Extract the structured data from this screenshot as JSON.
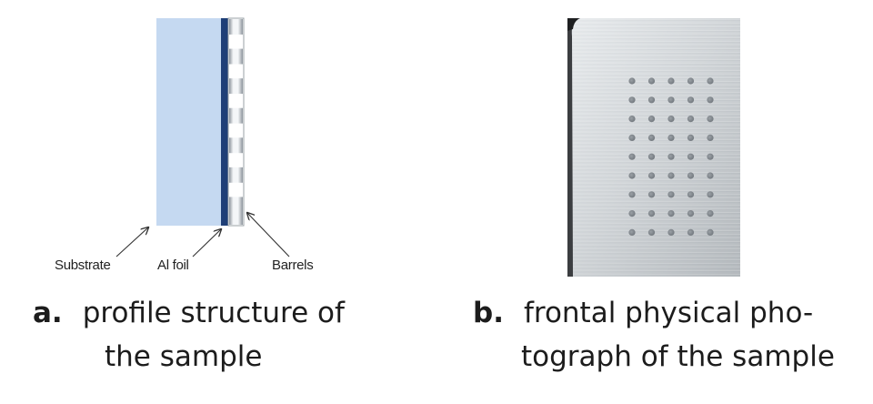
{
  "panel_a": {
    "labels": {
      "substrate": "Substrate",
      "al_foil": "Al foil",
      "barrels": "Barrels"
    },
    "colors": {
      "substrate": "#c5d9f1",
      "al_foil": "#1f3f77",
      "barrel_light": "#f4f6f8",
      "barrel_dark": "#8d949c"
    },
    "barrel_count": 7,
    "caption": {
      "tag": "a.",
      "line1": "profile structure of",
      "line2": "the sample"
    }
  },
  "panel_b": {
    "hole_grid": {
      "rows": 9,
      "columns": 5
    },
    "colors": {
      "plate_light": "#e9ecee",
      "plate_dark": "#b4b9bd",
      "hole": "#747a80"
    },
    "caption": {
      "tag": "b.",
      "line1": "frontal physical pho-",
      "line2": "tograph of the sample"
    }
  }
}
